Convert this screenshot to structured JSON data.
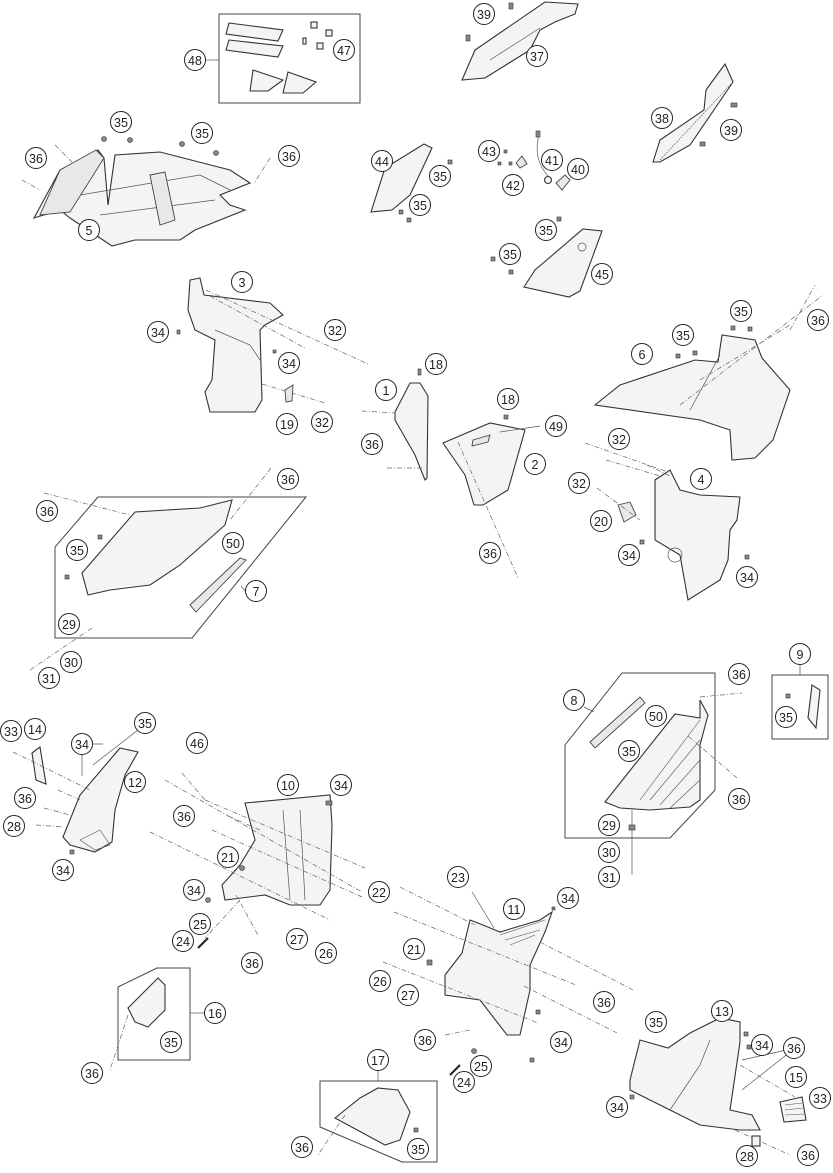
{
  "diagram": {
    "type": "exploded-parts-diagram",
    "subject": "motorcycle body panels / fairing",
    "callouts": {
      "c48": "48",
      "c47": "47",
      "c39a": "39",
      "c37": "37",
      "c38": "38",
      "c39b": "39",
      "c35a": "35",
      "c35b": "35",
      "c36a": "36",
      "c36b": "36",
      "c5": "5",
      "c44": "44",
      "c35c": "35",
      "c35d": "35",
      "c43": "43",
      "c41": "41",
      "c40": "40",
      "c42": "42",
      "c35e": "35",
      "c35f": "35",
      "c45": "45",
      "c3": "3",
      "c34a": "34",
      "c32a": "32",
      "c34b": "34",
      "c19": "19",
      "c32b": "32",
      "c18a": "18",
      "c1": "1",
      "c36c": "36",
      "c35g": "35",
      "c35h": "35",
      "c36d": "36",
      "c6": "6",
      "c18b": "18",
      "c49": "49",
      "c2": "2",
      "c36e": "36",
      "c32c": "32",
      "c32d": "32",
      "c4": "4",
      "c20": "20",
      "c34c": "34",
      "c34d": "34",
      "c36f": "36",
      "c36g": "36",
      "c35i": "35",
      "c50a": "50",
      "c7": "7",
      "c29a": "29",
      "c30a": "30",
      "c31a": "31",
      "c9": "9",
      "c35j": "35",
      "c8": "8",
      "c36h": "36",
      "c50b": "50",
      "c35k": "35",
      "c36i": "36",
      "c29b": "29",
      "c30b": "30",
      "c31b": "31",
      "c33a": "33",
      "c14": "14",
      "c35l": "35",
      "c34e": "34",
      "c12": "12",
      "c36j": "36",
      "c28a": "28",
      "c34f": "34",
      "c46": "46",
      "c10": "10",
      "c34g": "34",
      "c36k": "36",
      "c21a": "21",
      "c22": "22",
      "c34h": "34",
      "c25a": "25",
      "c24a": "24",
      "c36l": "36",
      "c27a": "27",
      "c26a": "26",
      "c23": "23",
      "c11": "11",
      "c34i": "34",
      "c21b": "21",
      "c26b": "26",
      "c27b": "27",
      "c36m": "36",
      "c16": "16",
      "c35m": "35",
      "c36n": "36",
      "c36o": "36",
      "c25b": "25",
      "c24b": "24",
      "c34j": "34",
      "c17": "17",
      "c36p": "36",
      "c35n": "35",
      "c13": "13",
      "c35o": "35",
      "c34k": "34",
      "c36q": "36",
      "c15": "15",
      "c33b": "33",
      "c34l": "34",
      "c28b": "28",
      "c36r": "36"
    }
  }
}
